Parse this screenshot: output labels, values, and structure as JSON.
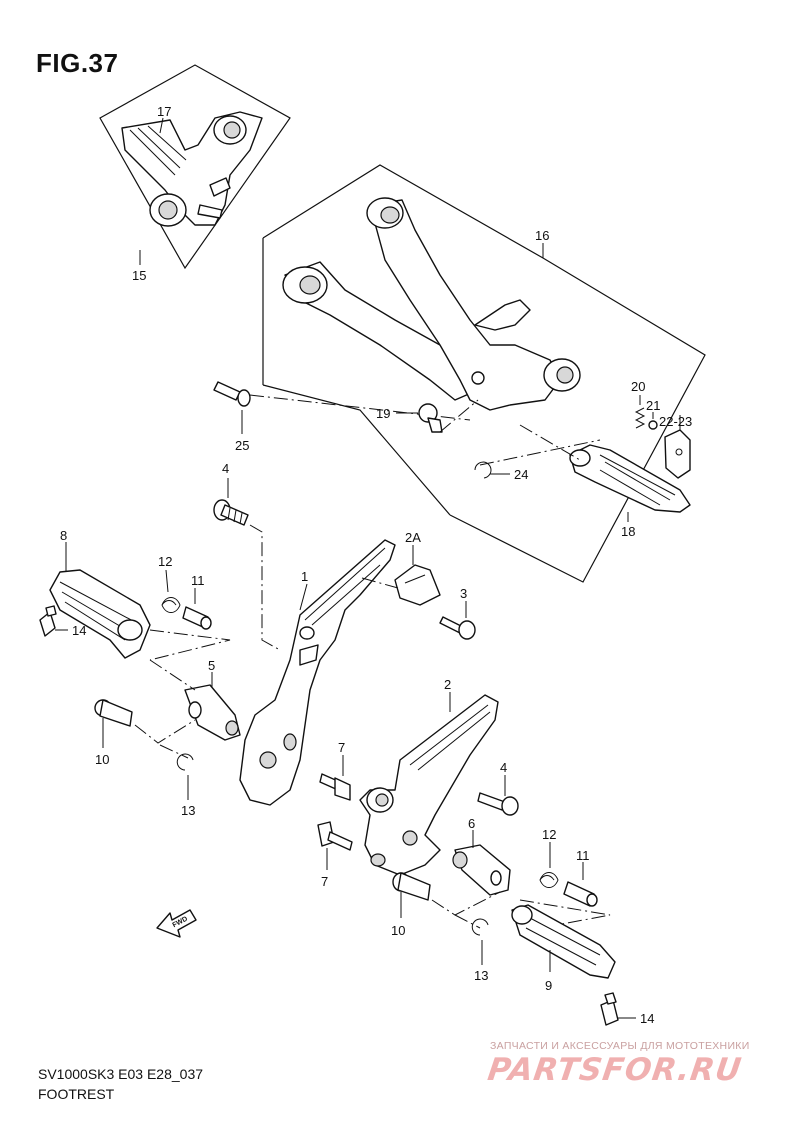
{
  "figure": {
    "title": "FIG.37"
  },
  "footer": {
    "model_code": "SV1000SK3 E03 E28_037",
    "section_name": "FOOTREST"
  },
  "watermark": {
    "tagline": "ЗАПЧАСТИ И АКСЕССУАРЫ ДЛЯ МОТОТЕХНИКИ",
    "logo": "PARTSFOR.RU"
  },
  "fwd_arrow": {
    "label": "FWD"
  },
  "callouts": {
    "c1": "1",
    "c2": "2",
    "c2a": "2A",
    "c3": "3",
    "c4a": "4",
    "c4b": "4",
    "c5": "5",
    "c6": "6",
    "c7a": "7",
    "c7b": "7",
    "c8": "8",
    "c9": "9",
    "c10a": "10",
    "c10b": "10",
    "c11a": "11",
    "c11b": "11",
    "c12a": "12",
    "c12b": "12",
    "c13a": "13",
    "c13b": "13",
    "c14a": "14",
    "c14b": "14",
    "c15": "15",
    "c16": "16",
    "c17": "17",
    "c18": "18",
    "c19": "19",
    "c20": "20",
    "c21": "21",
    "c2223": "22-23",
    "c24": "24",
    "c25": "25"
  }
}
